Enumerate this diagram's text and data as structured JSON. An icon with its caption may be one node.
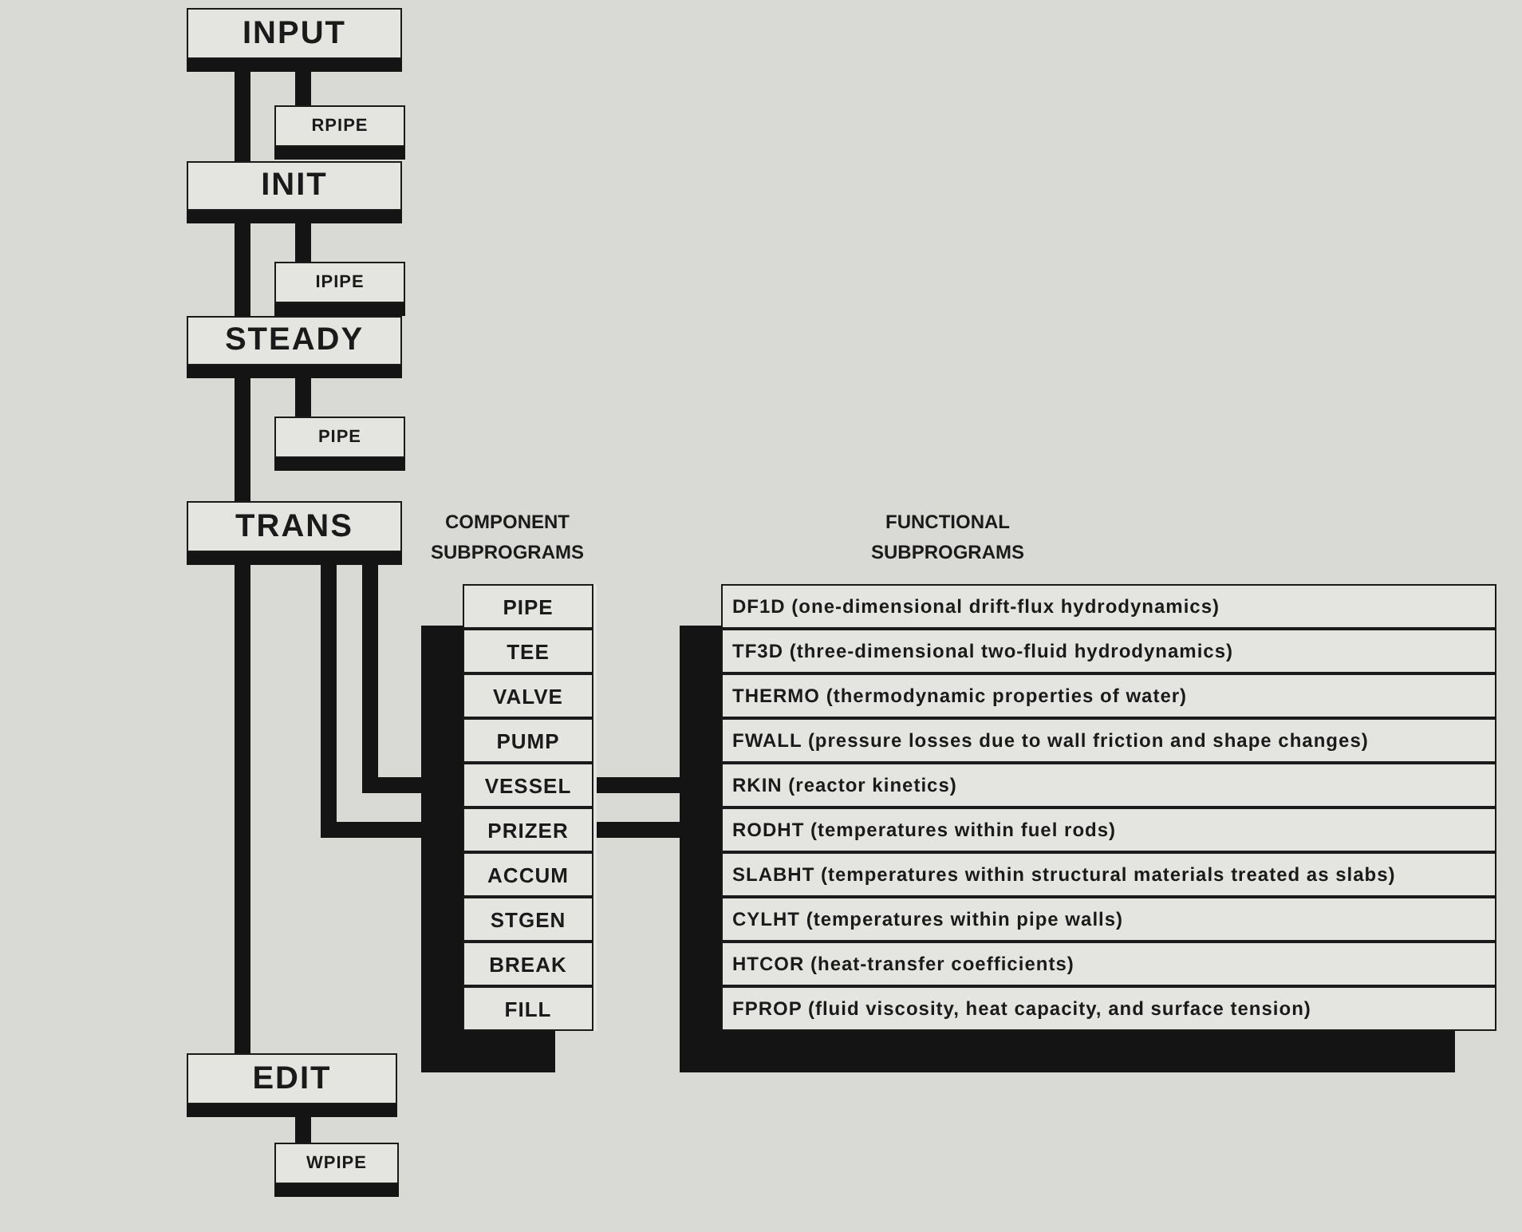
{
  "diagram": {
    "nodes": [
      {
        "text": [
          "INPUT"
        ]
      },
      {
        "text": [
          "RPIPE"
        ]
      },
      {
        "text": [
          "INIT"
        ]
      },
      {
        "text": [
          "IPIPE"
        ]
      },
      {
        "text": [
          "STEADY"
        ]
      },
      {
        "text": [
          "PIPE"
        ]
      },
      {
        "text": [
          "TRANS"
        ]
      },
      {
        "text": [
          "EDIT"
        ]
      },
      {
        "text": [
          "WPIPE"
        ]
      },
      {
        "text": [
          "COMPONENT SUBPROGRAMS"
        ]
      },
      {
        "text": [
          "PIPE"
        ],
        "in": 9
      },
      {
        "text": [
          "TEE"
        ],
        "in": 9
      },
      {
        "text": [
          "VALVE"
        ],
        "in": 9
      },
      {
        "text": [
          "PUMP"
        ],
        "in": 9
      },
      {
        "text": [
          "VESSEL"
        ],
        "in": 9
      },
      {
        "text": [
          "PRIZER"
        ],
        "in": 9
      },
      {
        "text": [
          "ACCUM"
        ],
        "in": 9
      },
      {
        "text": [
          "STGEN"
        ],
        "in": 9
      },
      {
        "text": [
          "BREAK"
        ],
        "in": 9
      },
      {
        "text": [
          "FILL"
        ],
        "in": 9
      },
      {
        "text": [
          "FUNCTIONAL SUBPROGRAMS"
        ]
      },
      {
        "text": [
          "DF1D (one-dimensional drift-flux hydrodynamics)"
        ],
        "in": 20
      },
      {
        "text": [
          "TF3D (three-dimensional two-fluid hydrodynamics)"
        ],
        "in": 20
      },
      {
        "text": [
          "THERMO (thermodynamic properties of water)"
        ],
        "in": 20
      },
      {
        "text": [
          "FWALL (pressure losses due to wall friction and shape changes)"
        ],
        "in": 20
      },
      {
        "text": [
          "RKIN (reactor kinetics)"
        ],
        "in": 20
      },
      {
        "text": [
          "RODHT (temperatures within fuel rods)"
        ],
        "in": 20
      },
      {
        "text": [
          "SLABHT (temperatures within structural materials treated as slabs)"
        ],
        "in": 20
      },
      {
        "text": [
          "CYLHT (temperatures within pipe walls)"
        ],
        "in": 20
      },
      {
        "text": [
          "HTCOR (heat-transfer coefficients)"
        ],
        "in": 20
      },
      {
        "text": [
          "FPROP (fluid viscosity, heat capacity, and surface tension)"
        ],
        "in": 20
      }
    ],
    "edges": [
      {
        "from": 0,
        "to": 1,
        "arrow": "none"
      },
      {
        "from": 0,
        "to": 2,
        "arrow": "none"
      },
      {
        "from": 2,
        "to": 3,
        "arrow": "none"
      },
      {
        "from": 2,
        "to": 4,
        "arrow": "none"
      },
      {
        "from": 4,
        "to": 5,
        "arrow": "none"
      },
      {
        "from": 4,
        "to": 6,
        "arrow": "none"
      },
      {
        "from": 6,
        "to": 7,
        "arrow": "none"
      },
      {
        "from": 7,
        "to": 8,
        "arrow": "none"
      },
      {
        "from": 6,
        "to": 14,
        "arrow": "none"
      },
      {
        "from": 6,
        "to": 15,
        "arrow": "none"
      },
      {
        "from": 14,
        "to": 25,
        "arrow": "none"
      },
      {
        "from": 15,
        "to": 26,
        "arrow": "none"
      }
    ]
  }
}
